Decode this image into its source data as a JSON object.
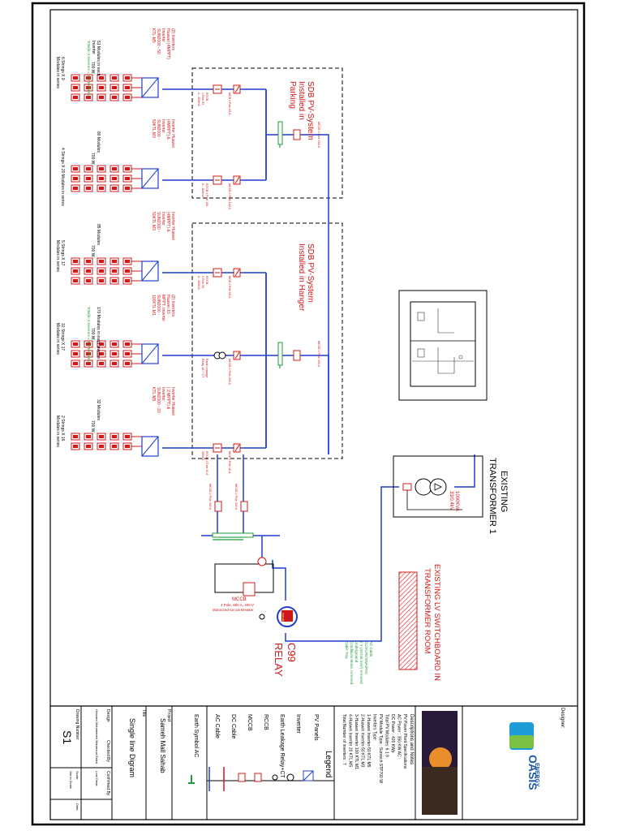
{
  "colors": {
    "ac": "#1f3fd1",
    "dc": "#d01818",
    "earth": "#1e9b3a",
    "frame": "#000000",
    "ink": "#222222"
  },
  "strings": {
    "s1_title": "6 Strings X 9",
    "s1_sub": "Modules in series",
    "s1_mod": "51 Modules in each",
    "s1_mod2": "Inverter",
    "s1_note": "Total(in 2 inverters = 102 Modules)",
    "s1_w": "700 W",
    "s2_title": "4 Strings X 20 Modules in series",
    "s2_mod": "80 Modules",
    "s2_w": "700 W",
    "s3_title": "5 Strings X 17",
    "s3_sub": "Modules in series",
    "s3_mod": "85 Modules",
    "s3_w": "700 W",
    "s4_title": "10 Strings X 17",
    "s4_sub": "Modules in series",
    "s4_mod": "170 Modules in each inverter",
    "s4_note": "Total(in 2 inverters = 340 Modules)",
    "s4_w": "700 W",
    "s5_title": "2 Strings X 16",
    "s5_sub": "Modules in series",
    "s5_mod": "32 Modules",
    "s5_w": "700 W"
  },
  "inverters": {
    "i1": [
      "(2) Inverters",
      "Huawei (4MPPT)",
      "Inverter",
      "SUN2000 - 50",
      "KTL-M5"
    ],
    "i2": [
      "Inverter Huawei",
      "(4MPPT) &",
      "Inverter",
      "SUN2000 -",
      "50KTL M3"
    ],
    "i3": [
      "Inverter Huawei",
      "(4MPPT) &",
      "Inverter",
      "SUN2000 -",
      "50KTL M3"
    ],
    "i4": [
      "(2) Inverters",
      "Huawei 10",
      "MPPT, Inverter",
      "SUN2000 -",
      "100KTL M1"
    ],
    "i5": [
      "Inverter Huawei",
      "( 2 MPPT) &",
      "Inverter",
      "SUN2000 - 20",
      "KTL M5"
    ]
  },
  "sdb": {
    "top_title": "SDB PV-System",
    "top_sub": "Installed in",
    "top_sub2": "Parking",
    "bottom_title": "SDB PV-System",
    "bottom_sub": "Installed in Hanger"
  },
  "breakers": {
    "rccb_a": "RCCB",
    "rccb_a2": "4 Pole 63",
    "rccb_a3": "A - 300mA",
    "mcb_a": "MCB 4 Pole 63 A",
    "mccb_top": "MCCB 4 Pole 200 A",
    "rccb_b": "RCCB 4 Pole 100",
    "rccb_b2": "A - 300mA",
    "mcb_b": "MCCB 4 Pole 100 A",
    "rccb_c": "RCCB",
    "rccb_c2": "4 Pole 63",
    "rccb_c3": "A - 300mA",
    "mcb_c": "MCB 4 Pole 63 A",
    "mccb_bottom": "MCCB 4 Pole 400 A",
    "rccb_d": "Earth Leakage",
    "rccb_d2": "Relay 1A + CT",
    "mcb_d": "MCCB 4 Pole 200 A",
    "rccb_e": "RCCB 4 Pole 40 A",
    "rccb_e2": "300mA",
    "mcb_e": "MCB 4 Pole 40 A",
    "mccb_main1": "MCCB 4 Pole 400 A",
    "mccb_main2": "MCCB 4 Pole 200 A"
  },
  "main": {
    "mccb_label": "MCCB",
    "mccb_sub1": "4 Pole, 800 A, 400 V",
    "mccb_sub2": "Motorized Circuit Breaker",
    "relay_label": "C99",
    "relay_label2": "RELAY",
    "relay_inner": "C99 RELAY"
  },
  "right": {
    "transformer_title": "EXISTING",
    "transformer_title2": "TRANSFORMER 1",
    "transformer_rating": "1000KVA",
    "transformer_rating2": "33/0.4kV",
    "switchboard_title": "EXISTING LV SWITCHBOARD IN",
    "switchboard_title2": "TRANSFORMER ROOM",
    "ac_cable": [
      "AC Cable",
      "CU/XLPE/SWA/PVC",
      "2 X (4X240 mm²) Armored",
      "Underground",
      "Conditions Motor, Armored",
      "Cable Tray"
    ]
  },
  "titleblock": {
    "designer_label": "Designer:",
    "company_small": "ENERGY",
    "company_big": "OASIS",
    "notes_title": "Descriptions and Notes",
    "notes": [
      "PV Power Plant Specifications",
      "AC Power : 350 KW AC",
      "DC Power : 420 KWp",
      "Total PV Modules: 6 1 9",
      "PV Module Type : Sunrech STP700 W",
      "Inverters Type:",
      "1-Huawei Inverter-50 KTL M5",
      "2-Huawei Inverter-50 KTL M3",
      "3-Huawei Inverter 100 KTL M1",
      "4-Huawei Inverter 20 KTL M5",
      "Total Number of inverters : 7"
    ],
    "legend_title": "Legend",
    "legend": [
      "PV Panels",
      "Inverter",
      "Earth Leakage Relay+CT",
      "RCCB",
      "MCCB",
      "DC Cable",
      "AC Cable",
      "Earth Symbol AC"
    ],
    "project_label": "Project",
    "project_name": "Sameh Mall Sahab",
    "title_label": "Title",
    "title_value": "Single line Digram",
    "design_label": "Design",
    "design_value": "Hossam Mohammed",
    "checked_label": "Checked By",
    "checked_value": "Mahmoud Zaied",
    "confirmed_label": "Confirmed By",
    "confirmed_value": "Loai Omar",
    "drawing_label": "Drawing Number",
    "drawing_value": "S1",
    "scale_label": "Scale:",
    "scale_value": "Not to Scale",
    "date_label": "Date"
  }
}
